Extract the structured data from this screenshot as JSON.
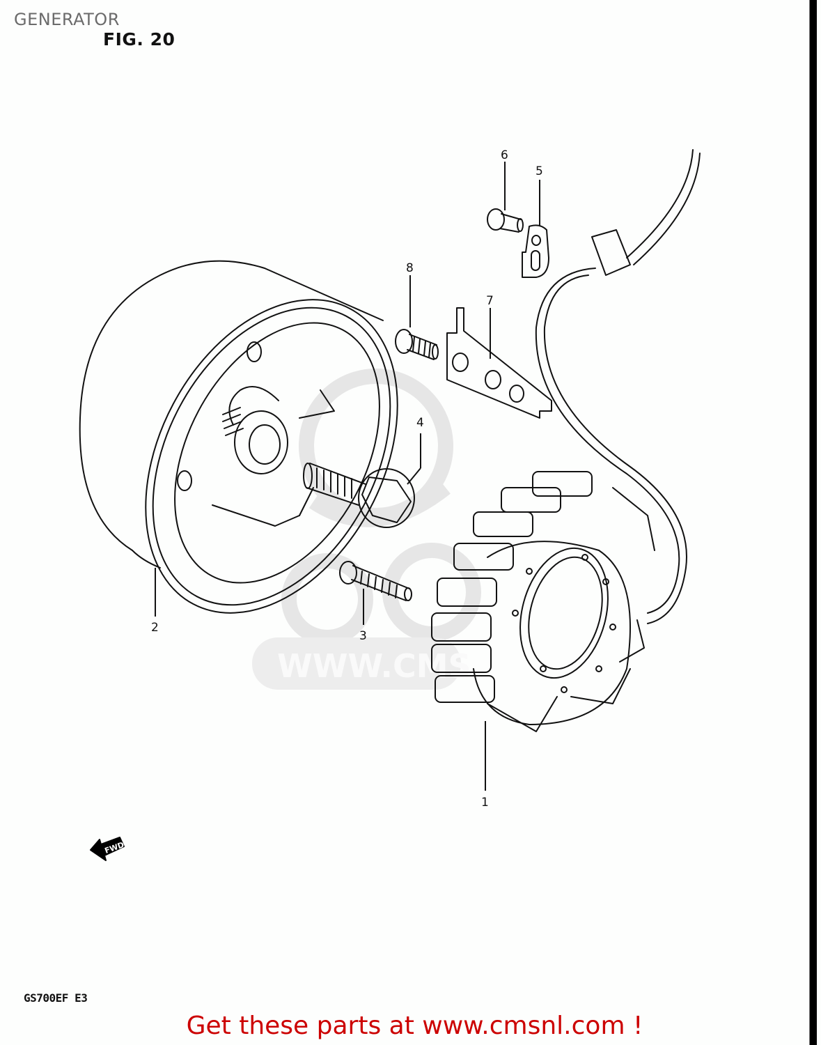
{
  "header": {
    "section_title": "GENERATOR",
    "figure_label": "FIG. 20"
  },
  "watermark": {
    "text": "WWW.CMSNL",
    "color": "#e2e2e2"
  },
  "diagram": {
    "parts": [
      {
        "number": "1",
        "name": "stator"
      },
      {
        "number": "2",
        "name": "rotor"
      },
      {
        "number": "3",
        "name": "screw"
      },
      {
        "number": "4",
        "name": "rotor-bolt"
      },
      {
        "number": "5",
        "name": "clamp"
      },
      {
        "number": "6",
        "name": "screw"
      },
      {
        "number": "7",
        "name": "plate"
      },
      {
        "number": "8",
        "name": "screw"
      }
    ],
    "direction_badge": "FWD",
    "line_color": "#111111"
  },
  "footer": {
    "model_code": "GS700EF  E3",
    "cta_text": "Get these parts at www.cmsnl.com !",
    "cta_color": "#cc0000"
  }
}
